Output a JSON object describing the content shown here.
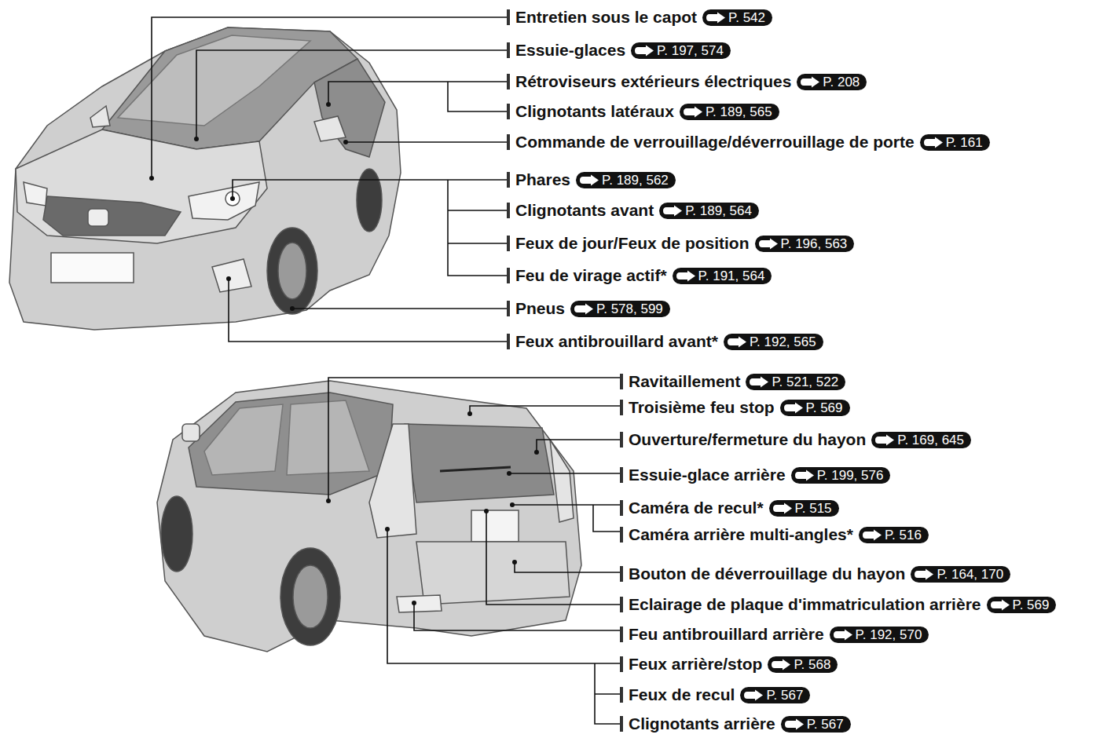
{
  "diagram": {
    "labels": [
      "Entretien sous le capot",
      "P. 542",
      "Essuie-glaces",
      "P. 197, 574",
      "Rétroviseurs extérieurs électriques",
      "P. 208",
      "Clignotants latéraux",
      "P. 189, 565",
      "Commande de verrouillage/déverrouillage de porte",
      "P. 161",
      "Phares",
      "P. 189, 562",
      "Clignotants avant",
      "P. 189, 564",
      "Feux de jour/Feux de position",
      "P. 196, 563",
      "Feu de virage actif*",
      "P. 191, 564",
      "Pneus",
      "P. 578, 599",
      "Feux antibrouillard avant*",
      "P. 192, 565",
      "Ravitaillement",
      "P. 521, 522",
      "Troisième feu stop",
      "P. 569",
      "Ouverture/fermeture du hayon",
      "P. 169, 645",
      "Essuie-glace arrière",
      "P. 199, 576",
      "Caméra de recul*",
      "P. 515",
      "Caméra arrière multi-angles*",
      "P. 516",
      "Bouton de déverrouillage du hayon",
      "P. 164, 170",
      "Eclairage de plaque d'immatriculation arrière",
      "P. 569",
      "Feu antibrouillard arrière",
      "P. 192, 570",
      "Feux arrière/stop",
      "P. 568",
      "Feux de recul",
      "P. 567",
      "Clignotants arrière",
      "P. 567"
    ]
  }
}
